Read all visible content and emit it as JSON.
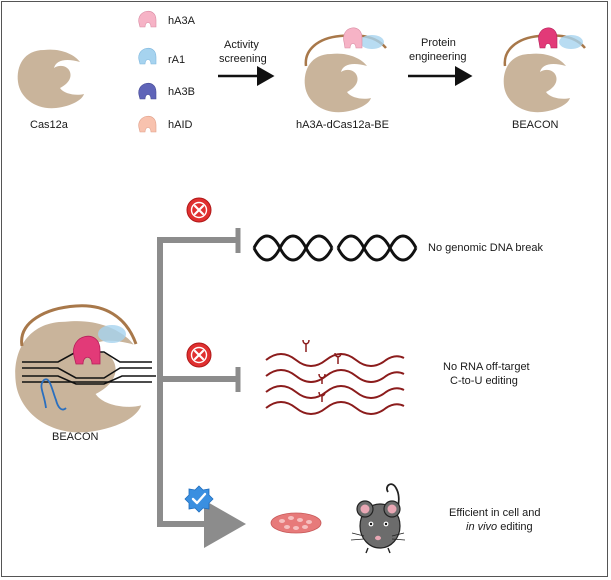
{
  "top": {
    "cas12a_label": "Cas12a",
    "legend": [
      {
        "label": "hA3A",
        "color": "#f6b3c6"
      },
      {
        "label": "rA1",
        "color": "#a6d3ef"
      },
      {
        "label": "hA3B",
        "color": "#5f64b8"
      },
      {
        "label": "hAID",
        "color": "#f8c2ae"
      }
    ],
    "arrow1_line1": "Activity",
    "arrow1_line2": "screening",
    "middle_label": "hA3A-dCas12a-BE",
    "arrow2_line1": "Protein",
    "arrow2_line2": "engineering",
    "right_label": "BEACON"
  },
  "bottom": {
    "beacon_label": "BEACON",
    "outcome1_text": "No genomic DNA break",
    "outcome2_line1": "No RNA off-target",
    "outcome2_line2": "C-to-U editing",
    "outcome3_line1": "Efficient in cell and",
    "outcome3_line2_italic": "in vivo",
    "outcome3_line2_rest": " editing"
  },
  "colors": {
    "cas_body": "#c9b49b",
    "linker": "#a8784a",
    "hA3A_engineered": "#e23a78",
    "rA1": "#a6d3ef",
    "branch_grey": "#8c8c8c",
    "inhibit_red": "#e03030",
    "check_blue": "#3a8fe0",
    "rna_red": "#8b1c1c",
    "dna_black": "#111111",
    "cell_plate": "#e77a7a",
    "mouse_grey": "#6c6c6c"
  },
  "icons": {
    "cross": "cross-icon",
    "check": "check-badge-icon",
    "mouse": "mouse-icon",
    "cell_dish": "cell-dish-icon"
  }
}
